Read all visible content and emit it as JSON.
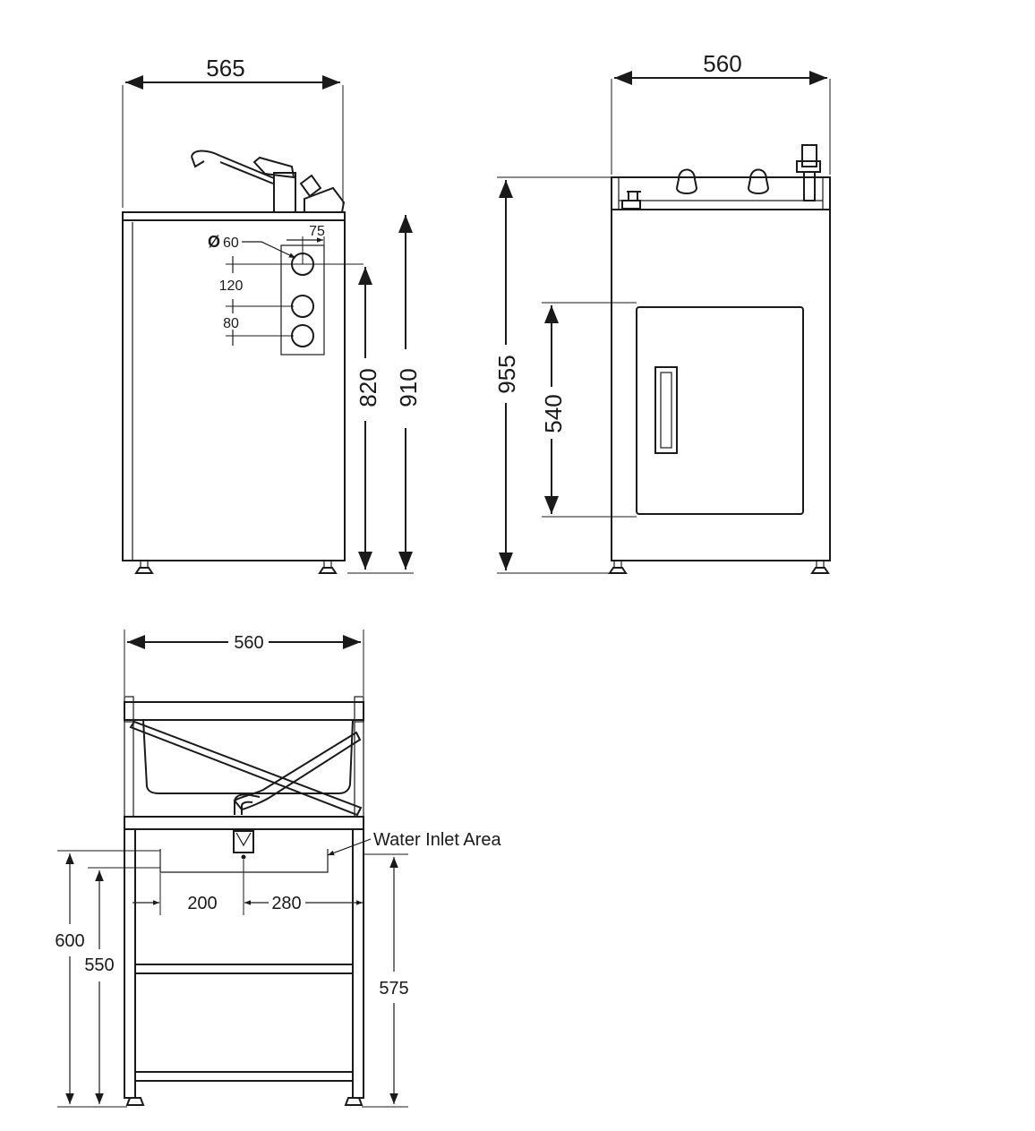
{
  "side_view": {
    "width": "565",
    "height_counter": "820",
    "height_total": "910",
    "hole_diameter": "60",
    "hole_offset": "75",
    "hole_spacing_top": "120",
    "hole_spacing_bottom": "80",
    "diameter_symbol": "Ø"
  },
  "front_view": {
    "width": "560",
    "height_total": "955",
    "door_height": "540"
  },
  "rear_view": {
    "width": "560",
    "height_600": "600",
    "height_550": "550",
    "height_575": "575",
    "offset_200": "200",
    "offset_280": "280",
    "callout_water_inlet": "Water Inlet Area"
  },
  "colors": {
    "line": "#1a1a1a",
    "background": "#ffffff"
  }
}
